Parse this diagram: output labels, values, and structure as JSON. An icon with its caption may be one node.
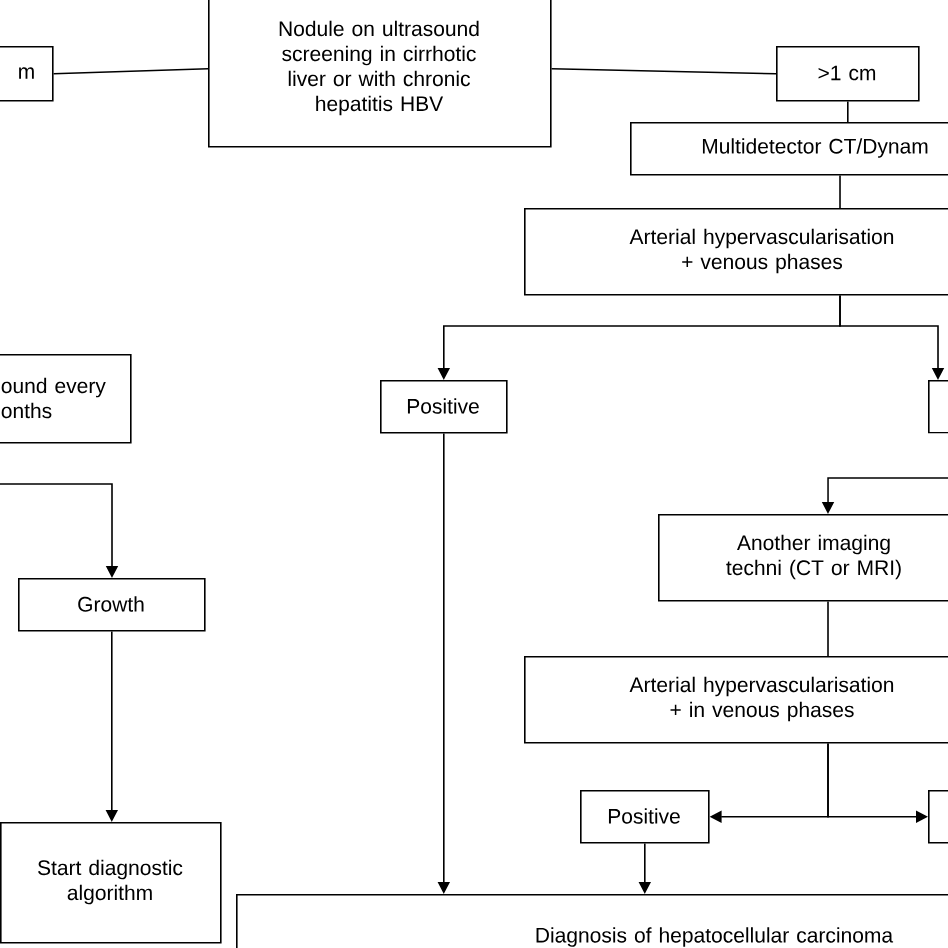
{
  "diagram": {
    "nodes": [
      {
        "text": [
          "m"
        ]
      },
      {
        "text": [
          "Nodule on ultrasound screening in cirrhotic liver or with chronic hepatitis HBV"
        ]
      },
      {
        "text": [
          ">1 cm"
        ]
      },
      {
        "text": [
          "Multidetector CT/Dynam"
        ]
      },
      {
        "text": [
          "Arterial hypervascularisation + venous phases"
        ]
      },
      {
        "text": [
          "ound every onths"
        ]
      },
      {
        "text": [
          "Positive"
        ]
      },
      {
        "text": [],
        "shape": "box"
      },
      {
        "text": [
          "Growth"
        ]
      },
      {
        "text": [
          "Another imaging techni (CT or MRI)"
        ]
      },
      {
        "text": [
          "Arterial hypervascularisation + in venous phases"
        ]
      },
      {
        "text": [
          "Positive"
        ]
      },
      {
        "text": [],
        "shape": "box"
      },
      {
        "text": [
          "Start diagnostic algorithm"
        ]
      },
      {
        "text": [
          "Diagnosis of hepatocellular carcinoma"
        ]
      }
    ],
    "edges": [
      {
        "from": 1,
        "to": 0,
        "arrow": "none"
      },
      {
        "from": 1,
        "to": 2,
        "arrow": "none"
      },
      {
        "from": 2,
        "to": 3,
        "arrow": "none"
      },
      {
        "from": 3,
        "to": 4,
        "arrow": "none"
      },
      {
        "from": 4,
        "to": 6,
        "arrow": "to"
      },
      {
        "from": 4,
        "to": 7,
        "arrow": "to"
      },
      {
        "from": 7,
        "to": 9,
        "arrow": "to"
      },
      {
        "from": 5,
        "to": 8,
        "arrow": "to"
      },
      {
        "from": 8,
        "to": 13,
        "arrow": "to"
      },
      {
        "from": 6,
        "to": 14,
        "arrow": "to"
      },
      {
        "from": 9,
        "to": 10,
        "arrow": "none"
      },
      {
        "from": 10,
        "to": 11,
        "arrow": "to"
      },
      {
        "from": 10,
        "to": 12,
        "arrow": "to"
      },
      {
        "from": 11,
        "to": 14,
        "arrow": "to"
      }
    ]
  }
}
